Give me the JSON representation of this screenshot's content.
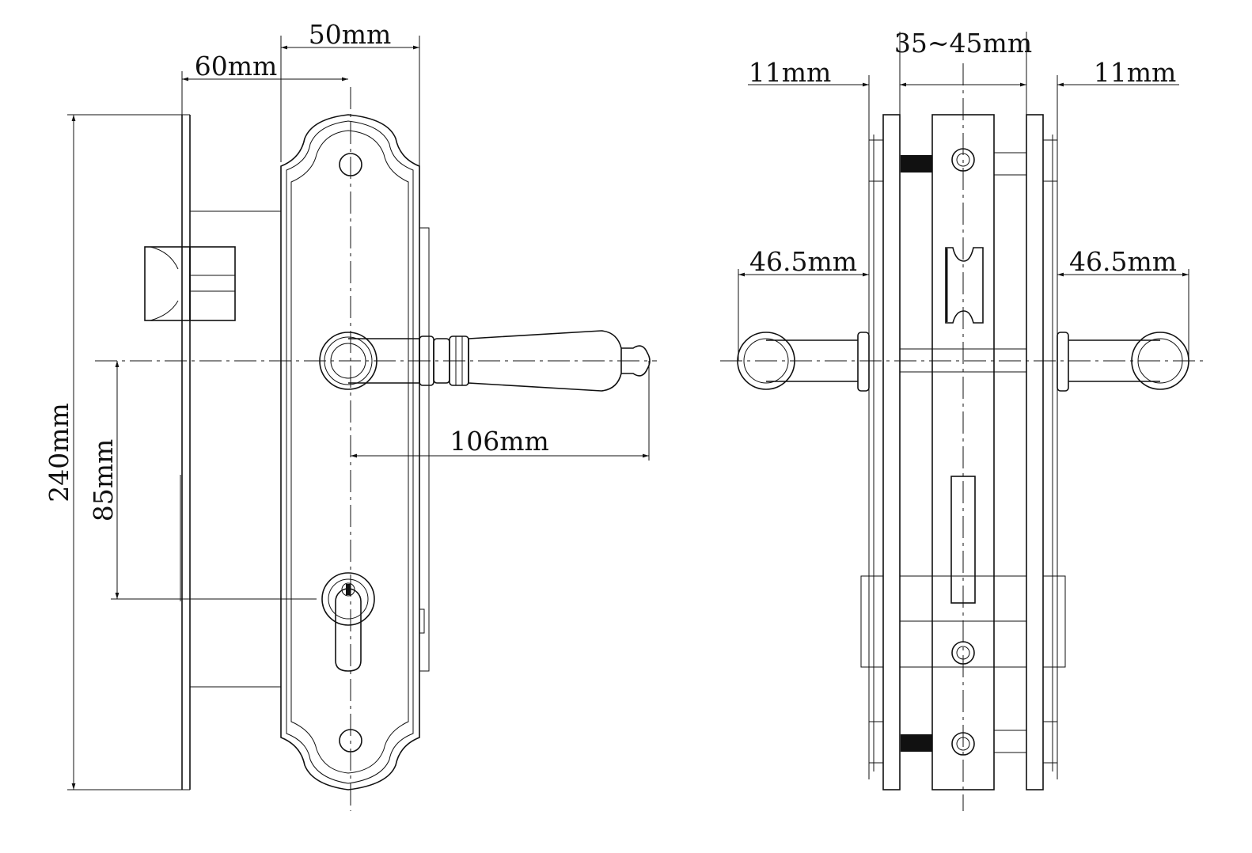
{
  "title": "Mortise lock handle set technical drawing",
  "front_view": {
    "dimensions": {
      "plate_width": "50mm",
      "backset": "60mm",
      "plate_height": "240mm",
      "handle_to_keyhole": "85mm",
      "handle_length": "106mm"
    }
  },
  "side_view": {
    "dimensions": {
      "door_thickness": "35~45mm",
      "left_plate_thickness": "11mm",
      "right_plate_thickness": "11mm",
      "left_handle_projection": "46.5mm",
      "right_handle_projection": "46.5mm"
    }
  }
}
